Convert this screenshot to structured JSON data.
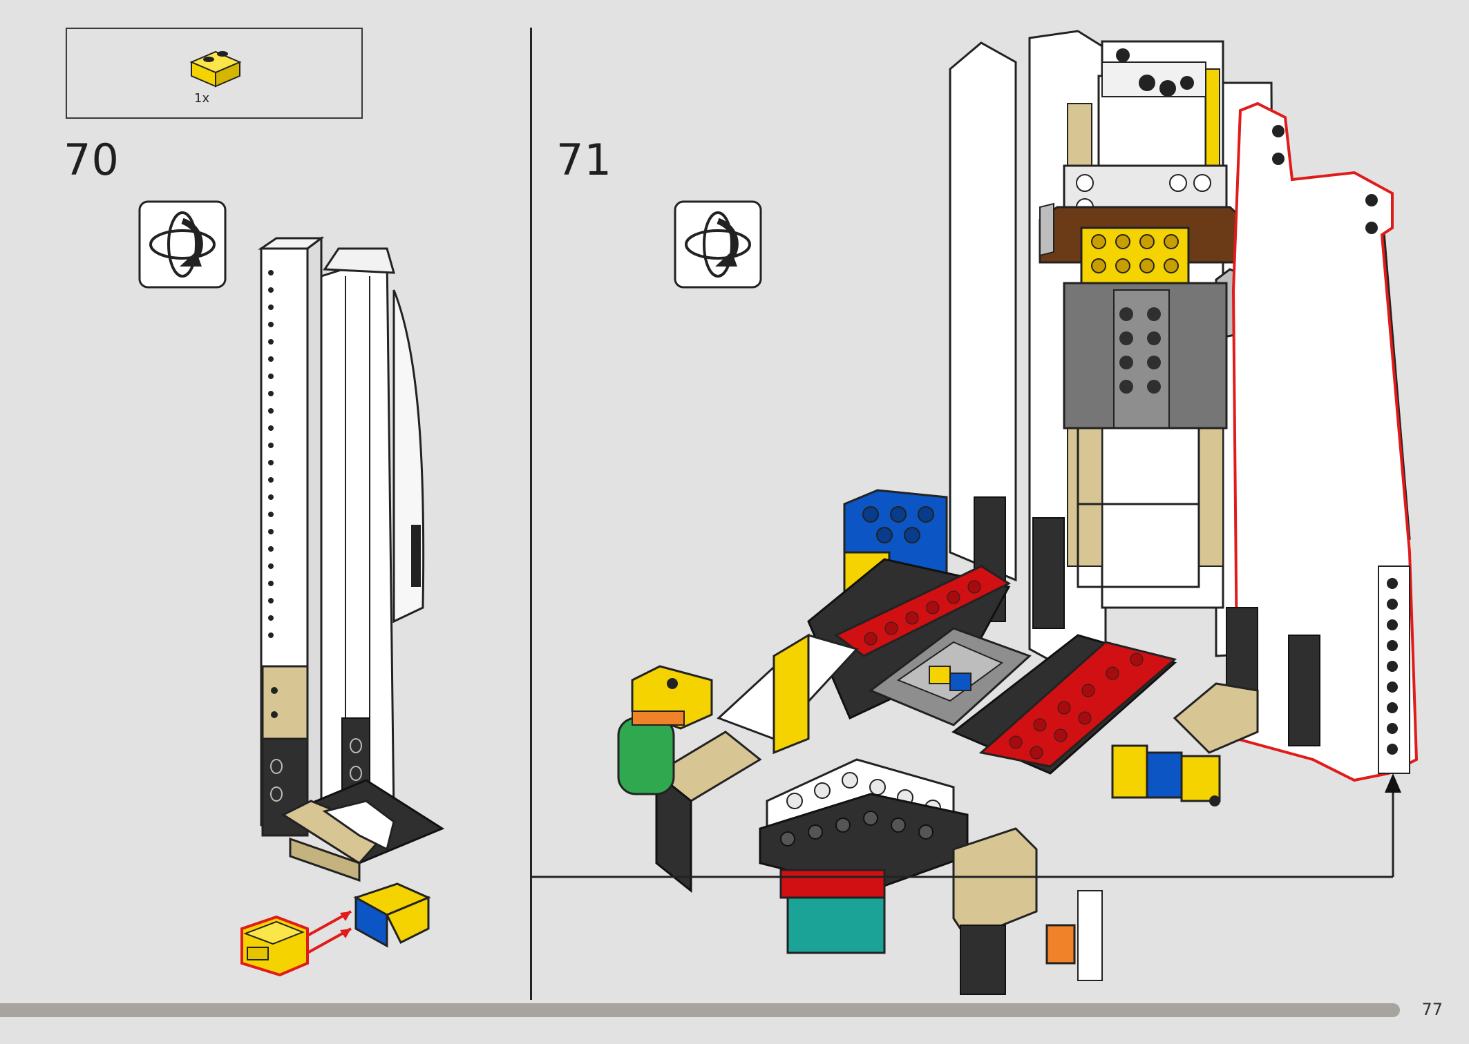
{
  "parts_box": {
    "quantity": "1x",
    "part_color": "#f5d300"
  },
  "steps": [
    {
      "number": "70",
      "rotate_icon": "rotate-model-icon"
    },
    {
      "number": "71",
      "rotate_icon": "rotate-model-icon"
    }
  ],
  "page_number": "77",
  "colors": {
    "yellow": "#f5d300",
    "red": "#d01012",
    "blue": "#0b55c4",
    "tan": "#d7c594",
    "dark_gray": "#2f2f2f",
    "mid_gray": "#8e8e8e",
    "white": "#ffffff",
    "green": "#2fa84f",
    "orange": "#f0822a",
    "teal": "#1aa396",
    "brown": "#6b3b18",
    "callout_outline": "#e11a1a"
  }
}
